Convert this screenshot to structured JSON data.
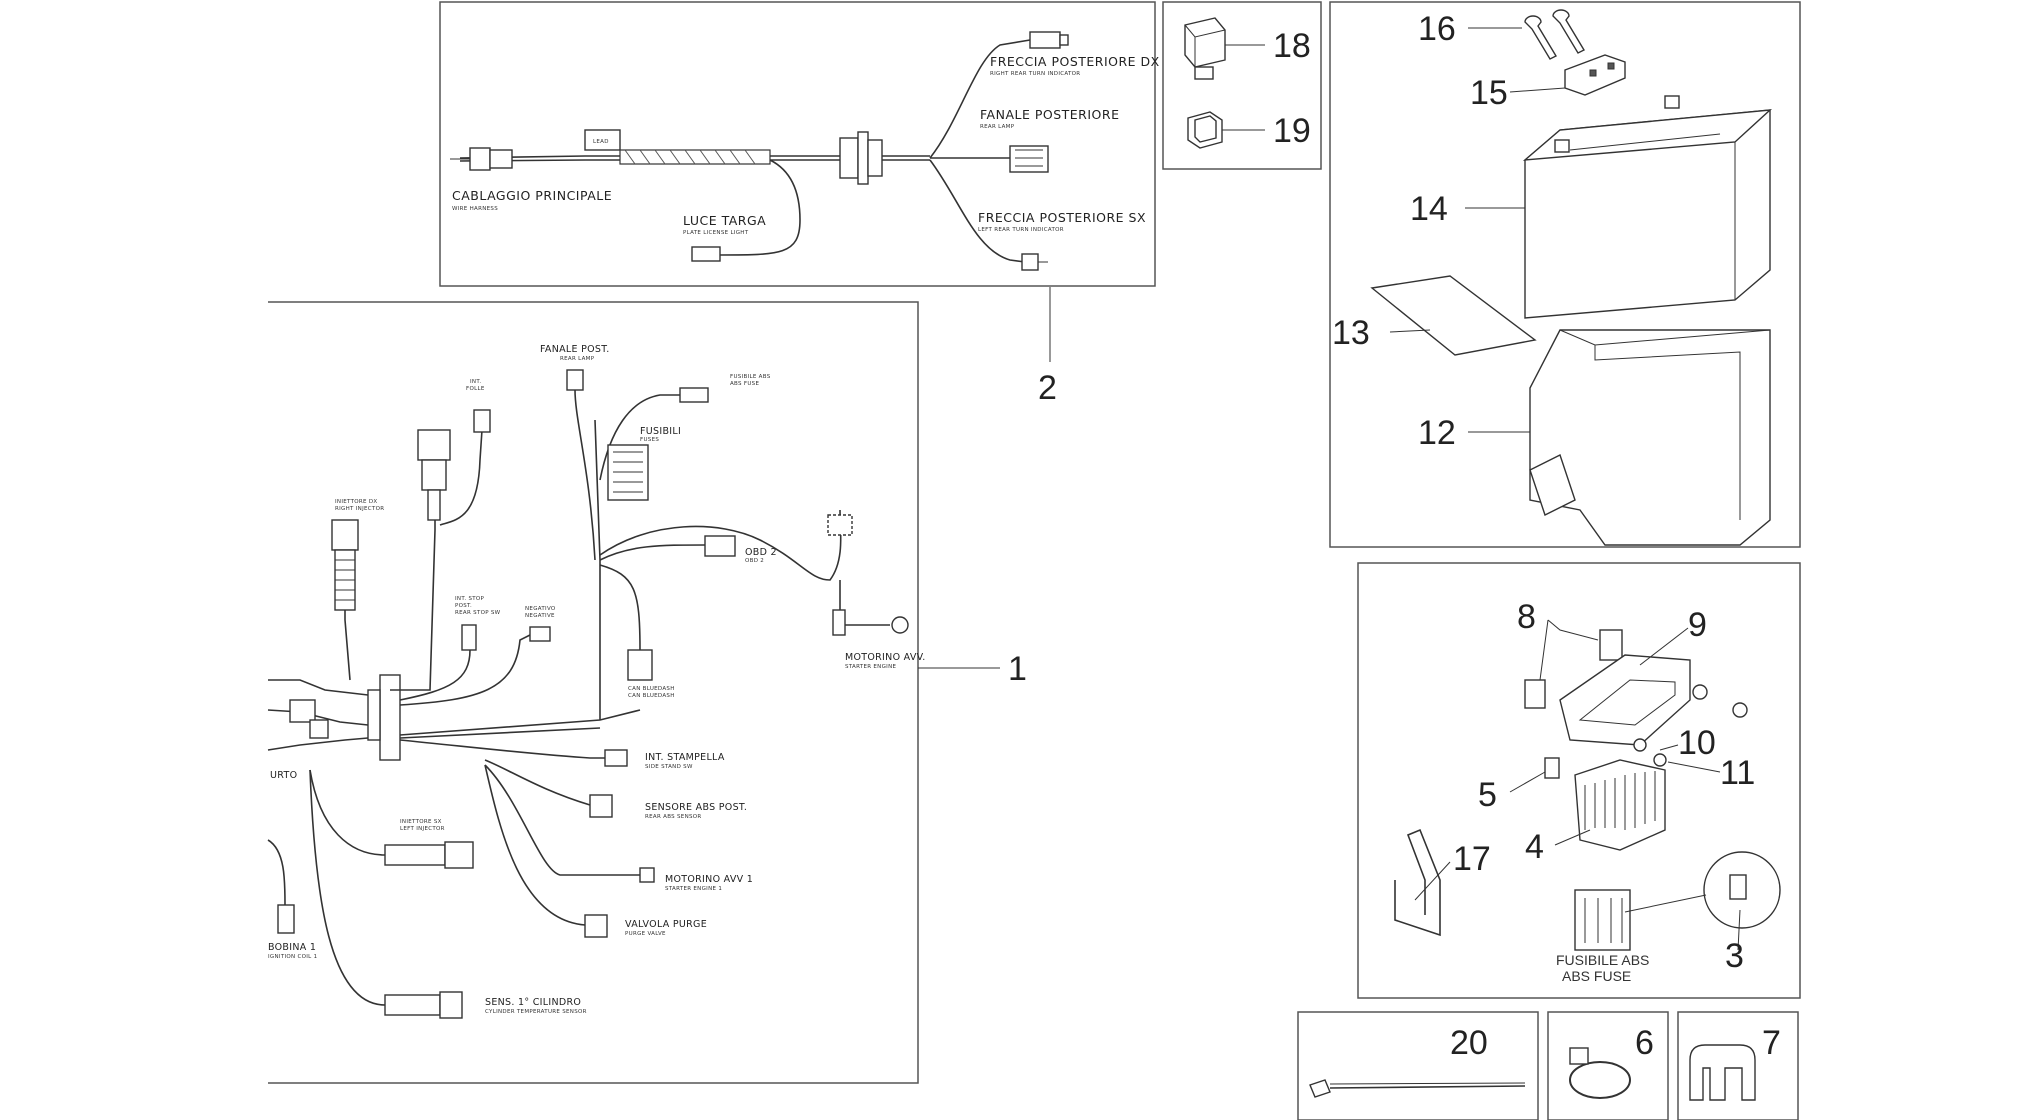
{
  "callouts": {
    "n1": "1",
    "n2": "2",
    "n3": "3",
    "n4": "4",
    "n5": "5",
    "n6": "6",
    "n7": "7",
    "n8": "8",
    "n9": "9",
    "n10": "10",
    "n11": "11",
    "n12": "12",
    "n13": "13",
    "n14": "14",
    "n15": "15",
    "n16": "16",
    "n17": "17",
    "n18": "18",
    "n19": "19",
    "n20": "20"
  },
  "rear_harness": {
    "main_it": "CABLAGGIO PRINCIPALE",
    "main_en": "WIRE HARNESS",
    "plate_it": "LUCE TARGA",
    "plate_en": "PLATE LICENSE LIGHT",
    "rtl_it": "FRECCIA POSTERIORE DX",
    "rtl_en": "RIGHT REAR TURN INDICATOR",
    "lamp_it": "FANALE POSTERIORE",
    "lamp_en": "REAR LAMP",
    "ltl_it": "FRECCIA POSTERIORE SX",
    "ltl_en": "LEFT REAR TURN INDICATOR",
    "tag": "LEAD"
  },
  "main_harness": {
    "fanale_it": "FANALE POST.",
    "fanale_en": "REAR LAMP",
    "abs_fuse_it": "FUSIBILE ABS",
    "abs_fuse_en": "ABS FUSE",
    "folle_it1": "INT.",
    "folle_it2": "FOLLE",
    "fusibili_it": "FUSIBILI",
    "fusibili_en": "FUSES",
    "inj_dx_it": "INIETTORE DX",
    "inj_dx_en": "RIGHT INJECTOR",
    "obd_it": "OBD 2",
    "obd_en": "OBD 2",
    "stop_it1": "INT. STOP",
    "stop_it2": "POST.",
    "stop_en": "REAR STOP SW",
    "neg_it": "NEGATIVO",
    "neg_en": "NEGATIVE",
    "can_it": "CAN BLUEDASH",
    "can_en": "CAN BLUEDASH",
    "starter_it": "MOTORINO AVV.",
    "starter_en": "STARTER ENGINE",
    "urto": "URTO",
    "stand_it": "INT. STAMPELLA",
    "stand_en": "SIDE STAND SW",
    "abs_sensor_it": "SENSORE ABS POST.",
    "abs_sensor_en": "REAR ABS SENSOR",
    "inj_sx_it": "INIETTORE SX",
    "inj_sx_en": "LEFT INJECTOR",
    "starter1_it": "MOTORINO AVV 1",
    "starter1_en": "STARTER ENGINE 1",
    "bobina_it": "BOBINA 1",
    "bobina_en": "IGNITION COIL 1",
    "purge_it": "VALVOLA PURGE",
    "purge_en": "PURGE VALVE",
    "sens_it": "SENS. 1° CILINDRO",
    "sens_en": "CYLINDER TEMPERATURE SENSOR"
  },
  "fusebox": {
    "fuse_it": "FUSIBILE ABS",
    "fuse_en": "ABS FUSE"
  }
}
